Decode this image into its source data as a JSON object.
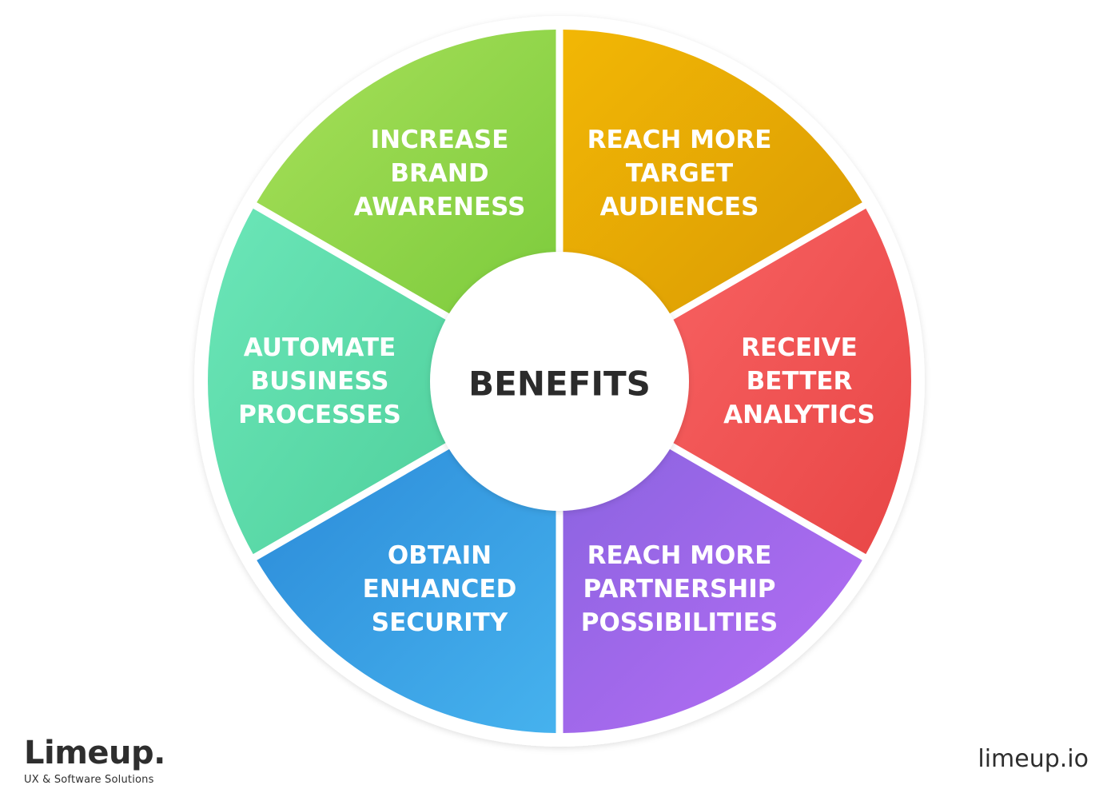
{
  "diagram": {
    "center_label": "BENEFITS",
    "segments": [
      {
        "lines": [
          "INCREASE",
          "BRAND",
          "AWARENESS"
        ],
        "color_start": "#a8e05a",
        "color_end": "#7ccb3c"
      },
      {
        "lines": [
          "REACH MORE",
          "TARGET",
          "AUDIENCES"
        ],
        "color_start": "#f2b705",
        "color_end": "#d99a04"
      },
      {
        "lines": [
          "RECEIVE",
          "BETTER",
          "ANALYTICS"
        ],
        "color_start": "#f86262",
        "color_end": "#e84646"
      },
      {
        "lines": [
          "REACH MORE",
          "PARTNERSHIP",
          "POSSIBILITIES"
        ],
        "color_start": "#8a63e0",
        "color_end": "#b76ef5"
      },
      {
        "lines": [
          "OBTAIN",
          "ENHANCED",
          "SECURITY"
        ],
        "color_start": "#2b8ad8",
        "color_end": "#46b2ee"
      },
      {
        "lines": [
          "AUTOMATE",
          "BUSINESS",
          "PROCESSES"
        ],
        "color_start": "#6be6b8",
        "color_end": "#4fd09c"
      }
    ]
  },
  "brand": {
    "name": "Limeup.",
    "tagline": "UX & Software Solutions"
  },
  "website": "limeup.io"
}
